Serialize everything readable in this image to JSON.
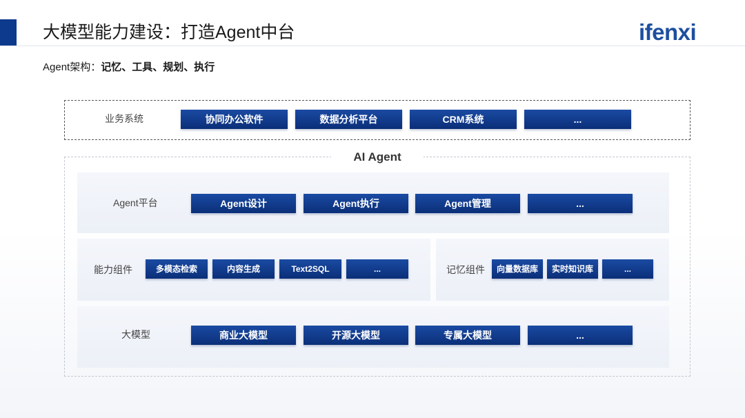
{
  "header": {
    "title": "大模型能力建设：打造Agent中台",
    "logo_text": "ifenxi"
  },
  "subtitle": {
    "prefix": "Agent架构：",
    "emphasis": "记忆、工具、规划、执行"
  },
  "diagram": {
    "business_layer": {
      "label": "业务系统",
      "items": [
        "协同办公软件",
        "数据分析平台",
        "CRM系统",
        "..."
      ]
    },
    "agent_container": {
      "title": "AI Agent"
    },
    "agent_platform": {
      "label": "Agent平台",
      "items": [
        "Agent设计",
        "Agent执行",
        "Agent管理",
        "..."
      ]
    },
    "capability_components": {
      "label": "能力组件",
      "items": [
        "多模态检索",
        "内容生成",
        "Text2SQL",
        "..."
      ]
    },
    "memory_components": {
      "label": "记忆组件",
      "items": [
        "向量数据库",
        "实时知识库",
        "..."
      ]
    },
    "large_models": {
      "label": "大模型",
      "items": [
        "商业大模型",
        "开源大模型",
        "专属大模型",
        "..."
      ]
    }
  },
  "colors": {
    "accent": "#0d3a8c",
    "button_top": "#1a4ba3",
    "button_bottom": "#0b2f78",
    "panel_bg": "#f0f3f9"
  }
}
